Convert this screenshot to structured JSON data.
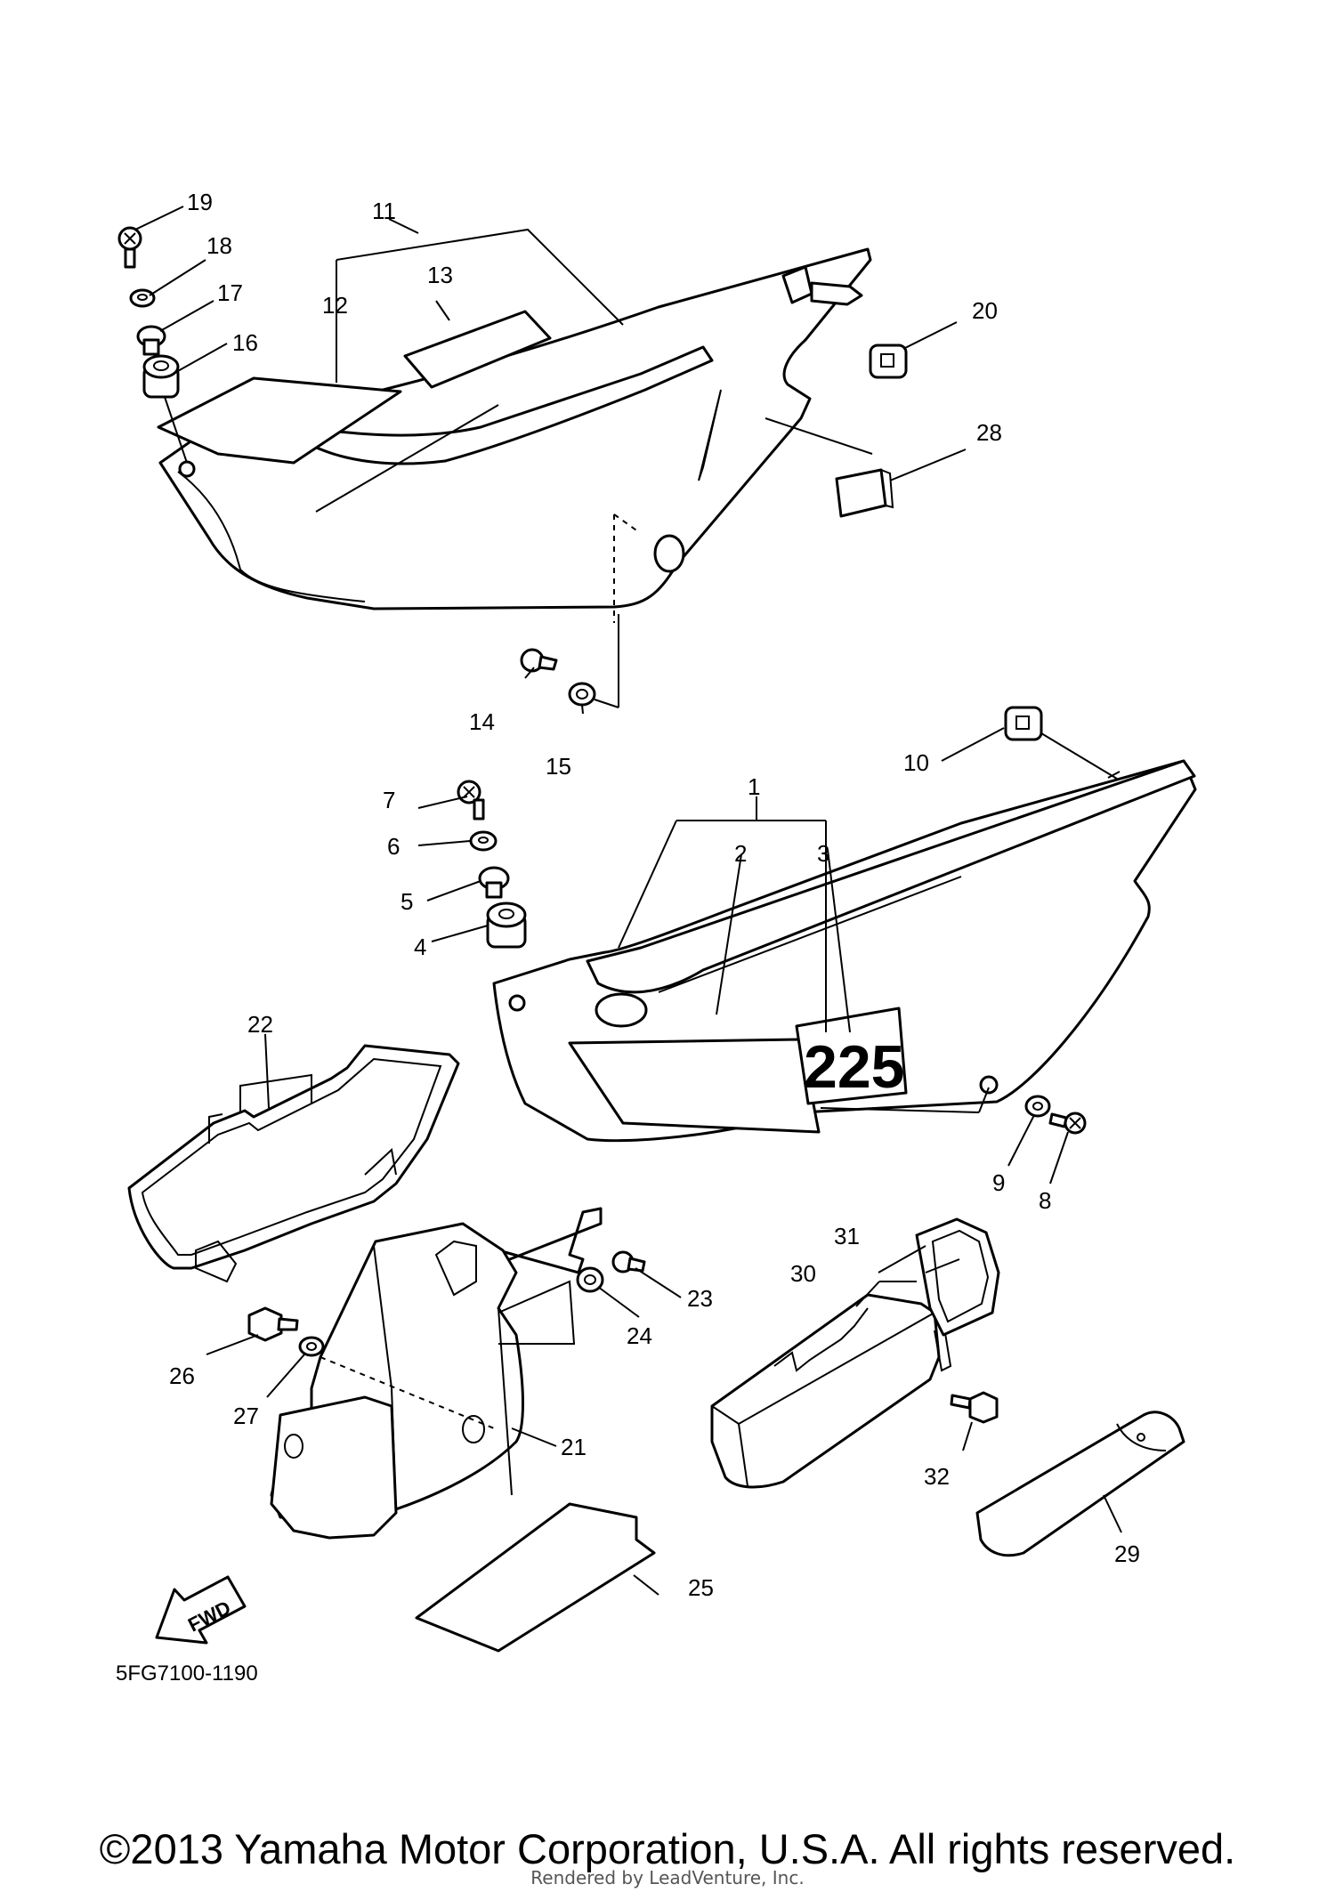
{
  "diagram": {
    "callouts": {
      "c1": "1",
      "c2": "2",
      "c3": "3",
      "c4": "4",
      "c5": "5",
      "c6": "6",
      "c7": "7",
      "c8": "8",
      "c9": "9",
      "c10": "10",
      "c11": "11",
      "c12": "12",
      "c13": "13",
      "c14": "14",
      "c15": "15",
      "c16": "16",
      "c17": "17",
      "c18": "18",
      "c19": "19",
      "c20": "20",
      "c21": "21",
      "c22": "22",
      "c23": "23",
      "c24": "24",
      "c25": "25",
      "c26": "26",
      "c27": "27",
      "c28": "28",
      "c29": "29",
      "c30": "30",
      "c31": "31",
      "c32": "32"
    },
    "decal_number": "225",
    "fwd_label": "FWD",
    "diagram_code": "5FG7100-1190"
  },
  "footer": {
    "copyright": "©2013 Yamaha Motor Corporation, U.S.A. All rights reserved.",
    "rendered_by": "Rendered by LeadVenture, Inc."
  }
}
